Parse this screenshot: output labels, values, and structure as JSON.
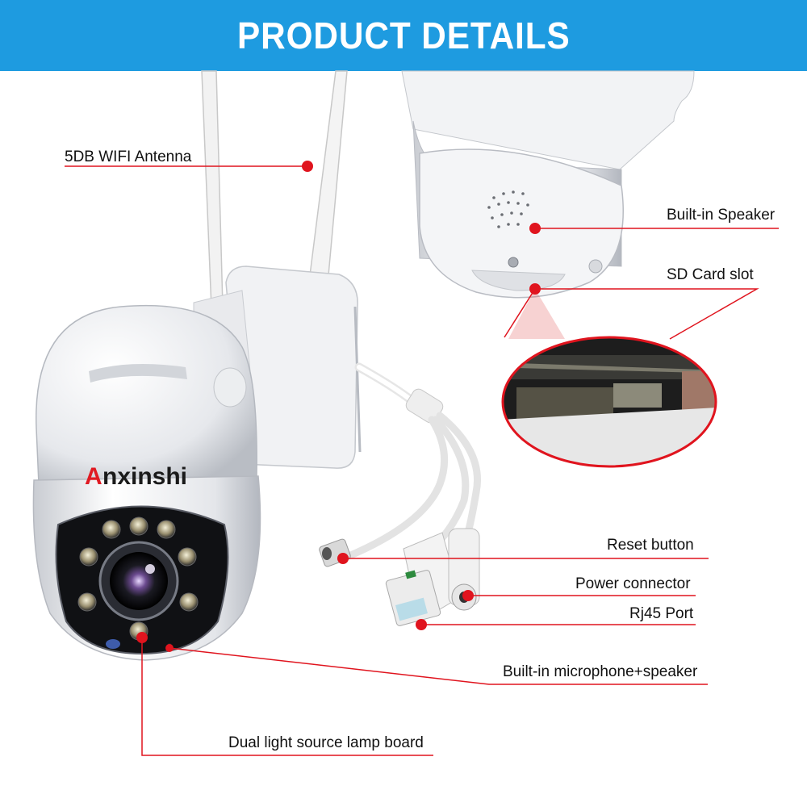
{
  "header": {
    "title": "PRODUCT DETAILS"
  },
  "brand": {
    "first_letter": "A",
    "rest": "nxinshi"
  },
  "callouts": {
    "antenna": "5DB WIFI Antenna",
    "speaker": "Built-in Speaker",
    "sd_card": "SD Card slot",
    "reset": "Reset button",
    "power": "Power connector",
    "rj45": "Rj45 Port",
    "mic": "Built-in microphone+speaker",
    "lamp": "Dual light source lamp board"
  },
  "colors": {
    "header_bg": "#1e9be0",
    "callout_red": "#e0141e",
    "brand_red": "#e01a22",
    "text": "#111111"
  }
}
